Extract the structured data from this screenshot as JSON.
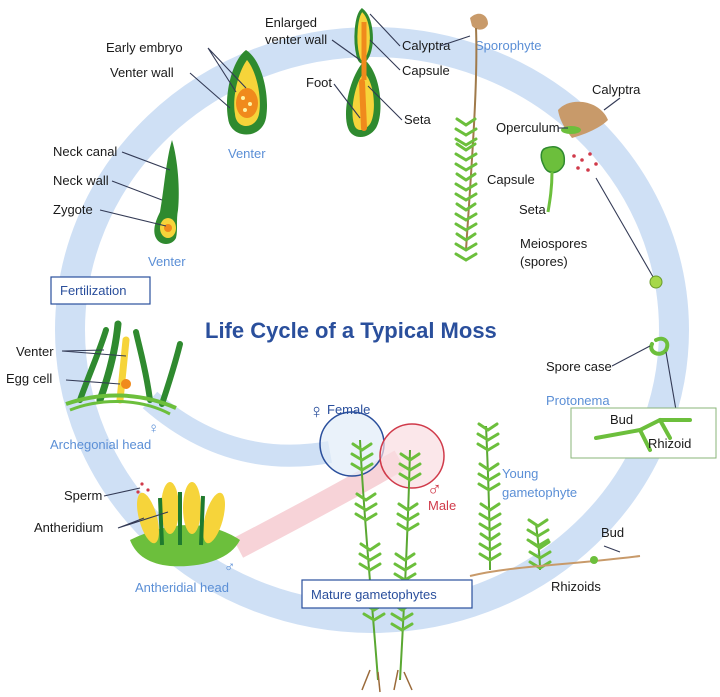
{
  "title": "Life Cycle of a Typical Moss",
  "boxes": {
    "fertilization": "Fertilization",
    "mature_gametophytes": "Mature gametophytes"
  },
  "labels": {
    "early_embryo": "Early embryo",
    "venter_wall": "Venter wall",
    "enlarged_venter_wall_1": "Enlarged",
    "enlarged_venter_wall_2": "venter wall",
    "foot": "Foot",
    "calyptra_top": "Calyptra",
    "capsule_top": "Capsule",
    "seta_top": "Seta",
    "calyptra_right": "Calyptra",
    "operculum": "Operculum",
    "capsule_right": "Capsule",
    "seta_right": "Seta",
    "meiospores_1": "Meiospores",
    "meiospores_2": "(spores)",
    "neck_canal": "Neck canal",
    "neck_wall": "Neck wall",
    "zygote": "Zygote",
    "venter_left": "Venter",
    "egg_cell": "Egg cell",
    "spore_case": "Spore case",
    "bud_protonema": "Bud",
    "rhizoid": "Rhizoid",
    "sperm": "Sperm",
    "antheridium": "Antheridium",
    "bud_bottom": "Bud",
    "rhizoids": "Rhizoids"
  },
  "stage_labels": {
    "sporophyte": "Sporophyte",
    "venter_upper": "Venter",
    "venter_lower": "Venter",
    "archegonial_head": "Archegonial head",
    "protonema": "Protonema",
    "young_gametophyte_1": "Young",
    "young_gametophyte_2": "gametophyte",
    "antheridial_head": "Antheridial head"
  },
  "sex_labels": {
    "female": "Female",
    "male": "Male"
  },
  "colors": {
    "cycle_ring": "#cfe0f5",
    "title": "#2a4f9c",
    "stage_text": "#5b8fd6",
    "male": "#d03a4a",
    "plant_green": "#5aa832",
    "dark_green": "#1f7a2e",
    "yellow": "#f6d43a",
    "orange": "#f08a1c",
    "calyptra_brown": "#c89a6a"
  },
  "icons": [
    "female-symbol-icon",
    "male-symbol-icon"
  ]
}
